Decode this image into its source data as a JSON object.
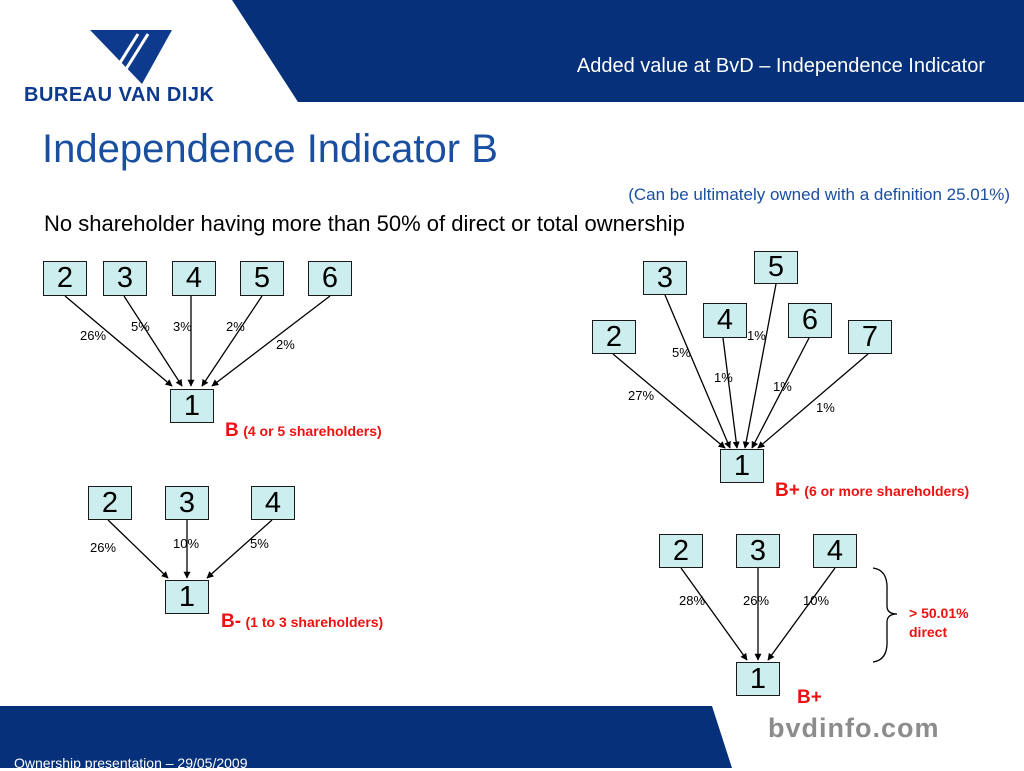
{
  "header": {
    "company_logo_text": "BUREAU VAN DIJK",
    "title": "Added value at BvD – Independence Indicator"
  },
  "slide": {
    "title": "Independence Indicator B",
    "subtitle": "(Can be ultimately owned with a definition 25.01%)",
    "description": "No shareholder having more than 50% of direct or total ownership"
  },
  "diagrams": {
    "b": {
      "target": "1",
      "shareholders": [
        "2",
        "3",
        "4",
        "5",
        "6"
      ],
      "percentages": [
        "26%",
        "5%",
        "3%",
        "2%",
        "2%"
      ],
      "category": "B",
      "category_note": "(4 or 5 shareholders)"
    },
    "b_minus": {
      "target": "1",
      "shareholders": [
        "2",
        "3",
        "4"
      ],
      "percentages": [
        "26%",
        "10%",
        "5%"
      ],
      "category": "B-",
      "category_note": "(1 to 3 shareholders)"
    },
    "b_plus": {
      "target": "1",
      "shareholders": [
        "2",
        "3",
        "4",
        "5",
        "6",
        "7"
      ],
      "percentages": [
        "27%",
        "5%",
        "1%",
        "1%",
        "1%",
        "1%"
      ],
      "category": "B+",
      "category_note": "(6 or more shareholders)"
    },
    "b_plus_direct": {
      "target": "1",
      "shareholders": [
        "2",
        "3",
        "4"
      ],
      "percentages": [
        "28%",
        "26%",
        "10%"
      ],
      "category": "B+",
      "bracket_label_line1": "> 50.01%",
      "bracket_label_line2": "direct"
    }
  },
  "footer": {
    "text": "Ownership presentation – 29/05/2009",
    "website": "bvdinfo.com"
  },
  "colors": {
    "header_blue": "#063079",
    "title_blue": "#1a4fa0",
    "node_fill": "#cdeeee",
    "category_red": "#ee1111"
  }
}
